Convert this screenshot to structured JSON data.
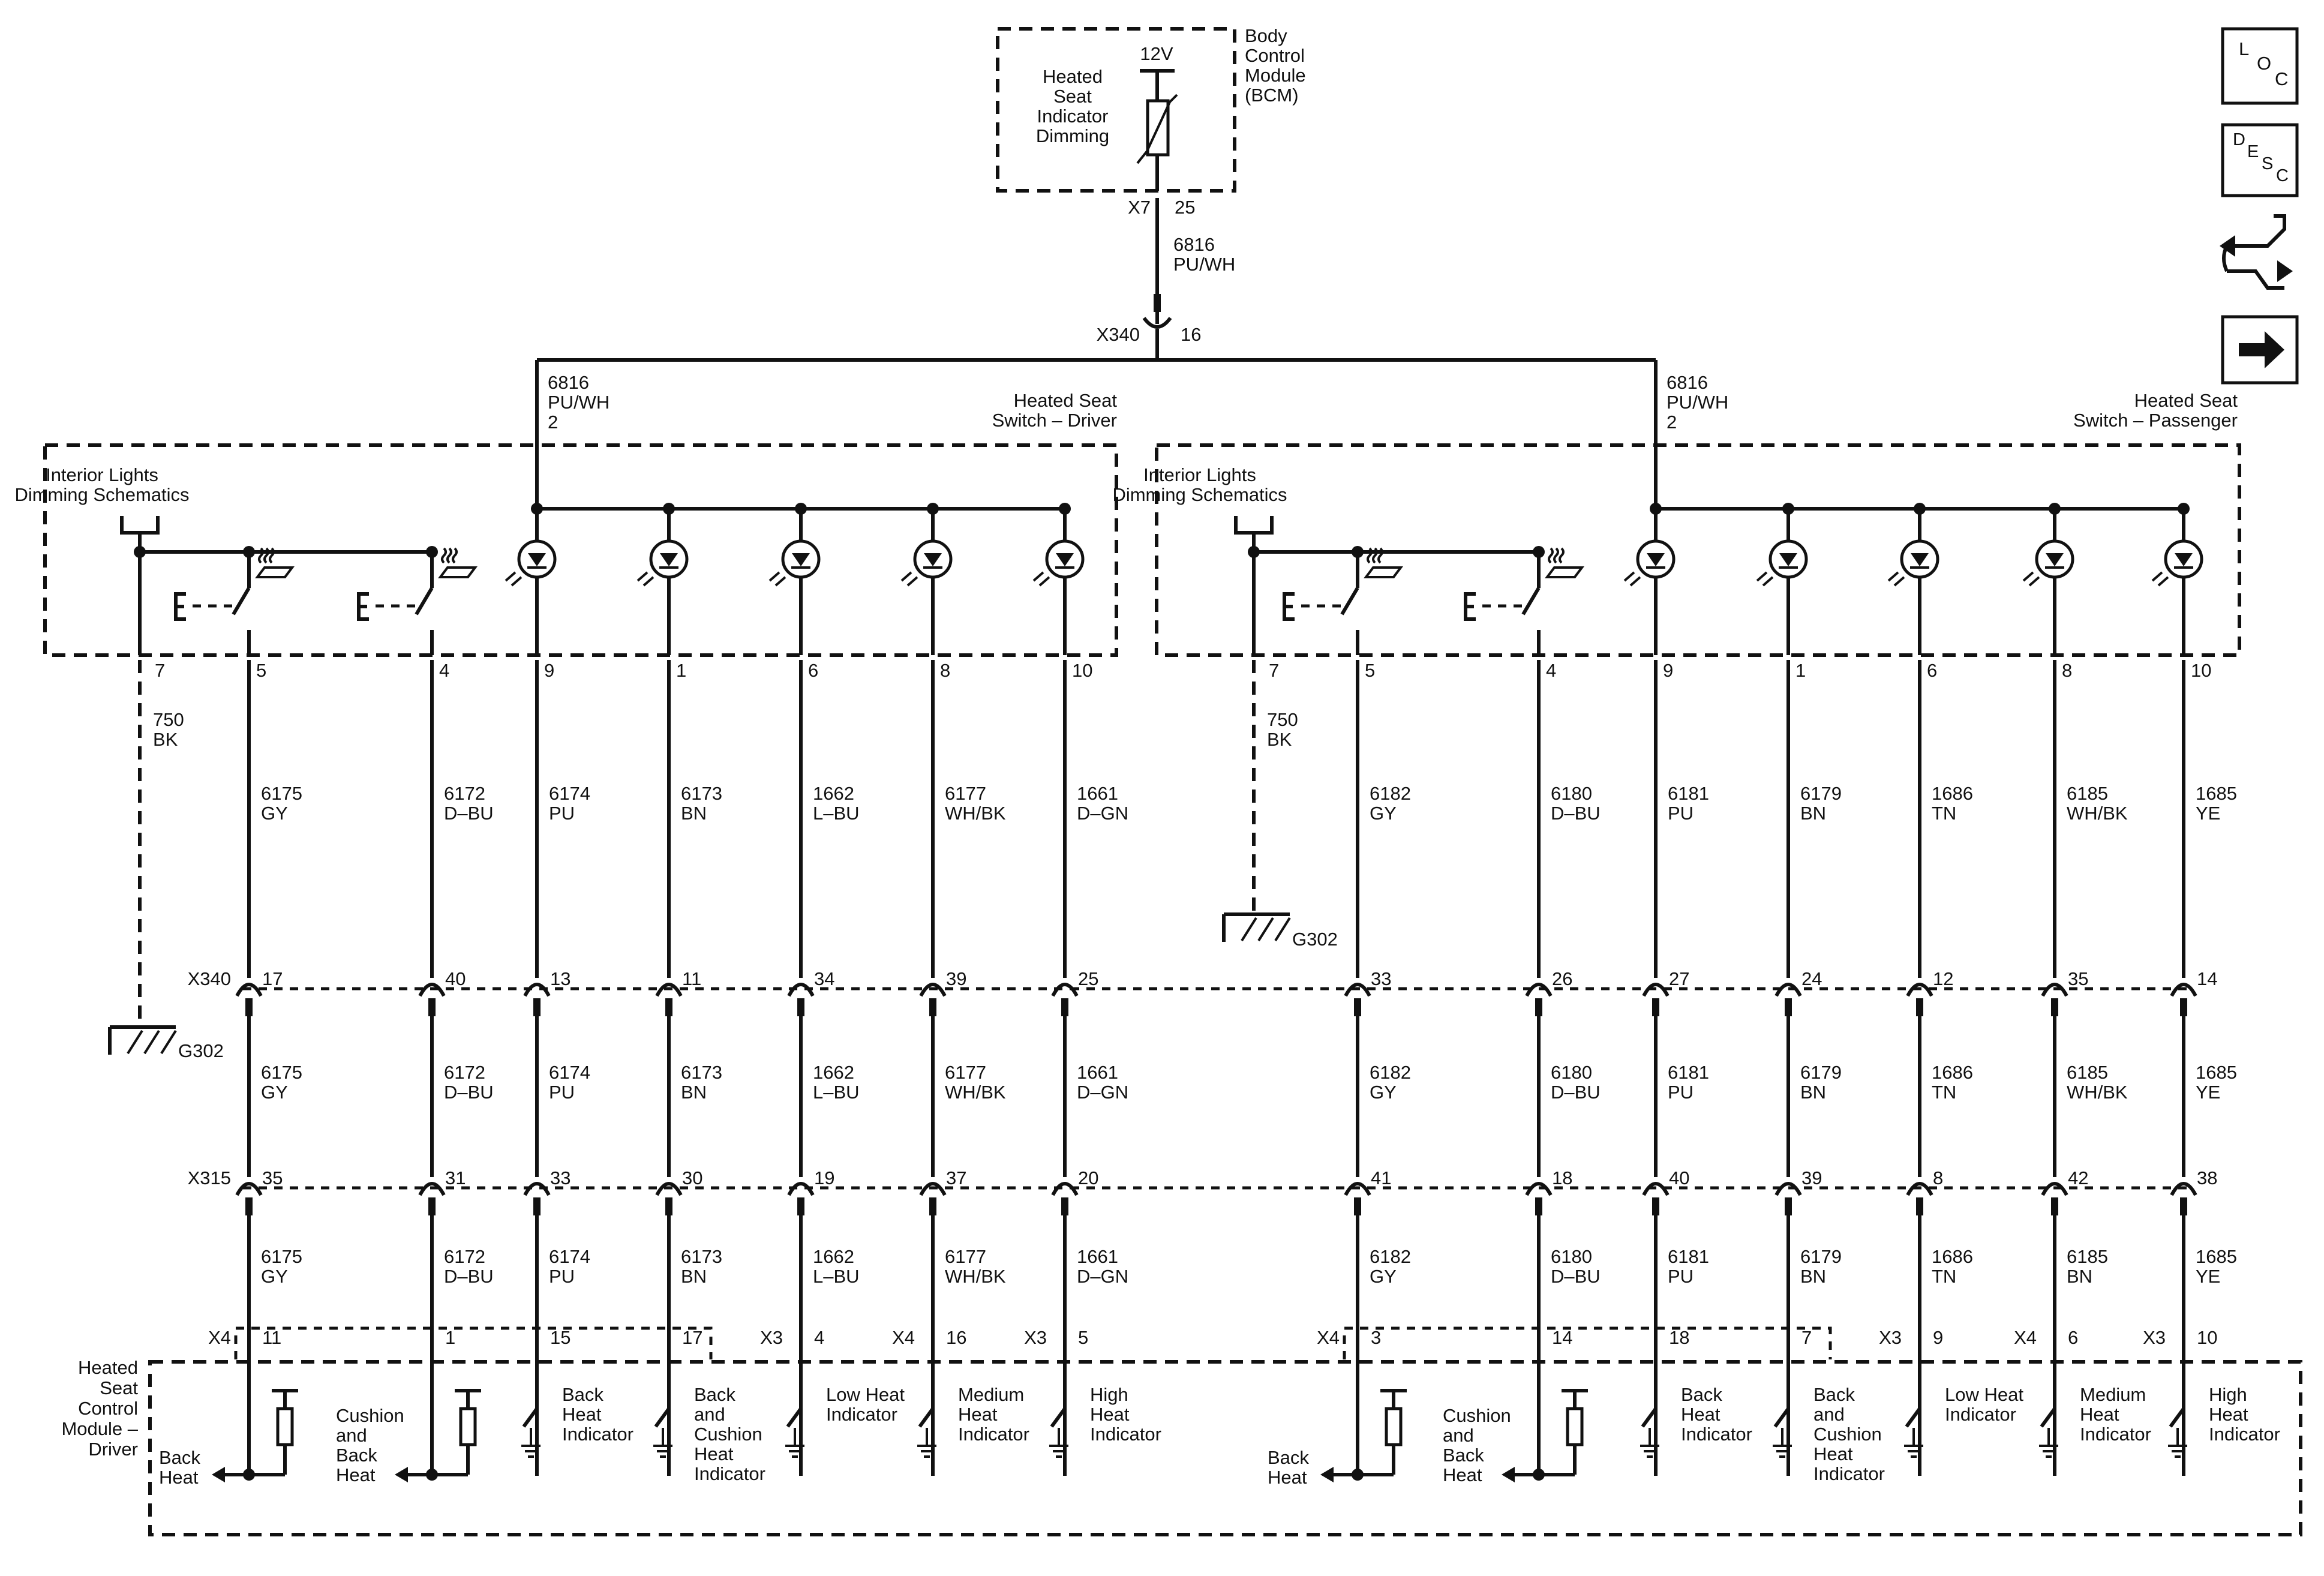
{
  "bcm": {
    "title": "Body\nControl\nModule\n(BCM)",
    "func": "Heated\nSeat\nIndicator\nDimming",
    "volt": "12V",
    "conn": "X7",
    "pin": "25"
  },
  "feed": {
    "wire": "6816",
    "color": "PU/WH",
    "x340_conn": "X340",
    "x340_pin": "16"
  },
  "icons": {
    "loc": "LOC",
    "desc": "DESC",
    "conn_icon": "connector-icon",
    "next_icon": "arrow-right-icon"
  },
  "switches": [
    {
      "title": "Heated Seat\nSwitch – Driver",
      "feed_wire": "6816\nPU/WH\n2",
      "dim_label": "Interior Lights\nDimming Schematics",
      "ground_wire": "750\nBK",
      "ground_pin": "7",
      "ground": "G302",
      "wires": [
        {
          "pin": "5",
          "num": "6175",
          "col": "GY",
          "x340": "17",
          "x315": "35",
          "lo_col": "GY",
          "conn": "X4",
          "mpin": "11"
        },
        {
          "pin": "4",
          "num": "6172",
          "col": "D–BU",
          "x340": "40",
          "x315": "31",
          "lo_col": "D–BU",
          "conn": "",
          "mpin": "1"
        },
        {
          "pin": "9",
          "num": "6174",
          "col": "PU",
          "x340": "13",
          "x315": "33",
          "lo_col": "PU",
          "conn": "",
          "mpin": "15"
        },
        {
          "pin": "1",
          "num": "6173",
          "col": "BN",
          "x340": "11",
          "x315": "30",
          "lo_col": "BN",
          "conn": "",
          "mpin": "17"
        },
        {
          "pin": "6",
          "num": "1662",
          "col": "L–BU",
          "x340": "34",
          "x315": "19",
          "lo_col": "L–BU",
          "conn": "X3",
          "mpin": "4"
        },
        {
          "pin": "8",
          "num": "6177",
          "col": "WH/BK",
          "x340": "39",
          "x315": "37",
          "lo_col": "WH/BK",
          "conn": "X4",
          "mpin": "16"
        },
        {
          "pin": "10",
          "num": "1661",
          "col": "D–GN",
          "x340": "25",
          "x315": "20",
          "lo_col": "D–GN",
          "conn": "X3",
          "mpin": "5"
        }
      ],
      "module_labels": [
        "Back\nHeat",
        "Cushion\nand\nBack\nHeat",
        "Back\nHeat\nIndicator",
        "Back\nand\nCushion\nHeat\nIndicator",
        "Low Heat\nIndicator",
        "Medium\nHeat\nIndicator",
        "High\nHeat\nIndicator"
      ]
    },
    {
      "title": "Heated Seat\nSwitch – Passenger",
      "feed_wire": "6816\nPU/WH\n2",
      "dim_label": "Interior Lights\nDimming Schematics",
      "ground_wire": "750\nBK",
      "ground_pin": "7",
      "ground": "G302",
      "wires": [
        {
          "pin": "5",
          "num": "6182",
          "col": "GY",
          "x340": "33",
          "x315": "41",
          "lo_col": "GY",
          "conn": "X4",
          "mpin": "3"
        },
        {
          "pin": "4",
          "num": "6180",
          "col": "D–BU",
          "x340": "26",
          "x315": "18",
          "lo_col": "D–BU",
          "conn": "",
          "mpin": "14"
        },
        {
          "pin": "9",
          "num": "6181",
          "col": "PU",
          "x340": "27",
          "x315": "40",
          "lo_col": "PU",
          "conn": "",
          "mpin": "18"
        },
        {
          "pin": "1",
          "num": "6179",
          "col": "BN",
          "x340": "24",
          "x315": "39",
          "lo_col": "BN",
          "conn": "",
          "mpin": "7"
        },
        {
          "pin": "6",
          "num": "1686",
          "col": "TN",
          "x340": "12",
          "x315": "8",
          "lo_col": "TN",
          "conn": "X3",
          "mpin": "9"
        },
        {
          "pin": "8",
          "num": "6185",
          "col": "WH/BK",
          "x340": "35",
          "x315": "42",
          "lo_col": "BN",
          "conn": "X4",
          "mpin": "6"
        },
        {
          "pin": "10",
          "num": "1685",
          "col": "YE",
          "x340": "14",
          "x315": "38",
          "lo_col": "YE",
          "conn": "X3",
          "mpin": "10"
        }
      ],
      "module_labels": [
        "Back\nHeat",
        "Cushion\nand\nBack\nHeat",
        "Back\nHeat\nIndicator",
        "Back\nand\nCushion\nHeat\nIndicator",
        "Low Heat\nIndicator",
        "Medium\nHeat\nIndicator",
        "High\nHeat\nIndicator"
      ]
    }
  ],
  "x340_label": "X340",
  "x315_label": "X315",
  "module": {
    "title": "Heated\nSeat\nControl\nModule –\nDriver"
  }
}
